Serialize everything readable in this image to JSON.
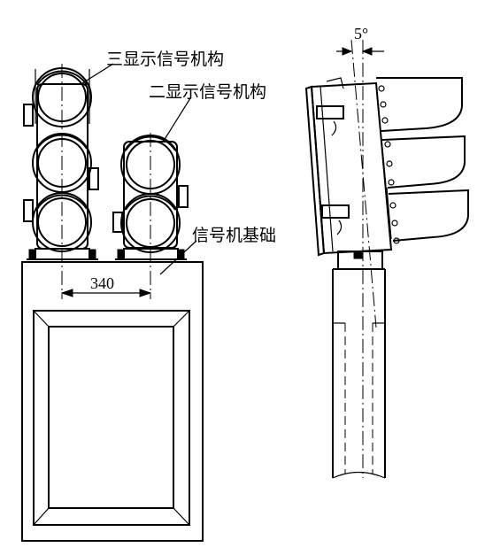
{
  "labels": {
    "three_aspect": "三显示信号机构",
    "two_aspect": "二显示信号机构",
    "foundation": "信号机基础",
    "spacing": "340",
    "tilt_angle": "5°"
  }
}
